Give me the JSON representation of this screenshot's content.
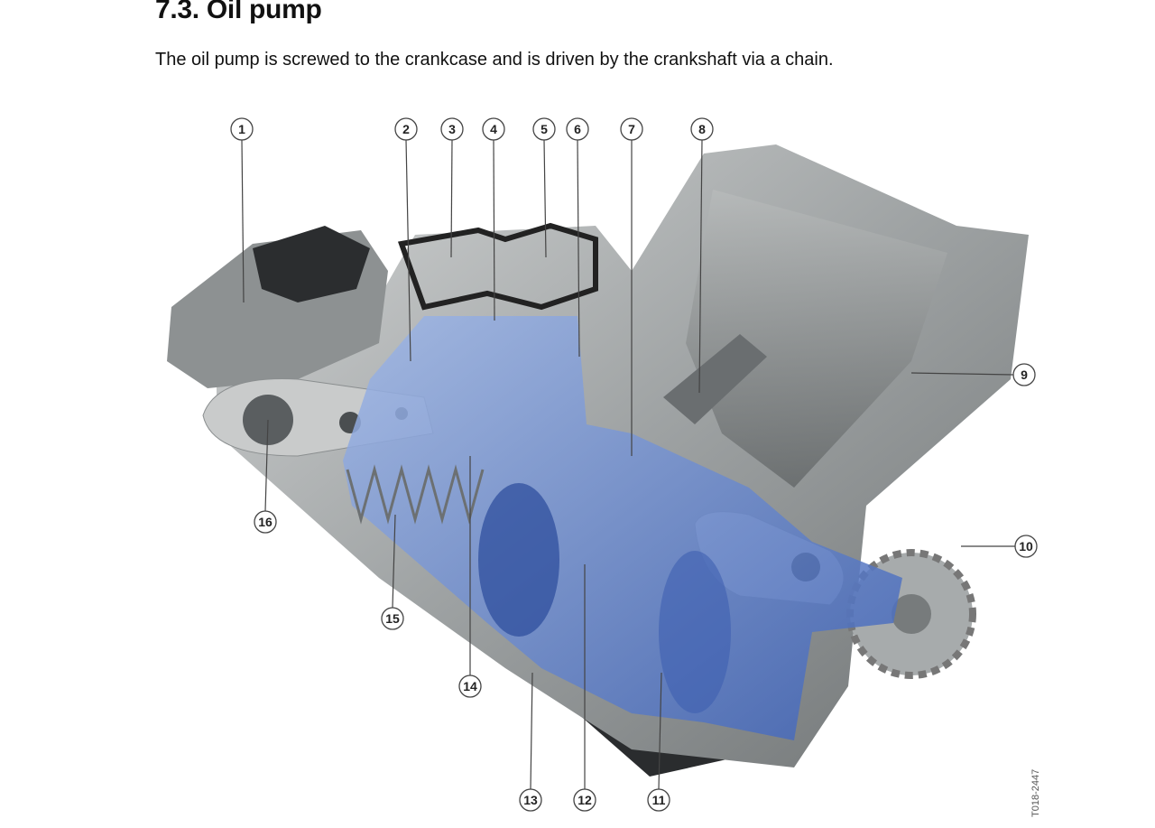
{
  "heading": "7.3. Oil pump",
  "paragraph": "The oil pump is screwed to the crankcase and is driven by the crankshaft via a chain.",
  "figure": {
    "code": "T018-2447",
    "callouts": {
      "c1": "1",
      "c2": "2",
      "c3": "3",
      "c4": "4",
      "c5": "5",
      "c6": "6",
      "c7": "7",
      "c8": "8",
      "c9": "9",
      "c10": "10",
      "c11": "11",
      "c12": "12",
      "c13": "13",
      "c14": "14",
      "c15": "15",
      "c16": "16"
    }
  }
}
